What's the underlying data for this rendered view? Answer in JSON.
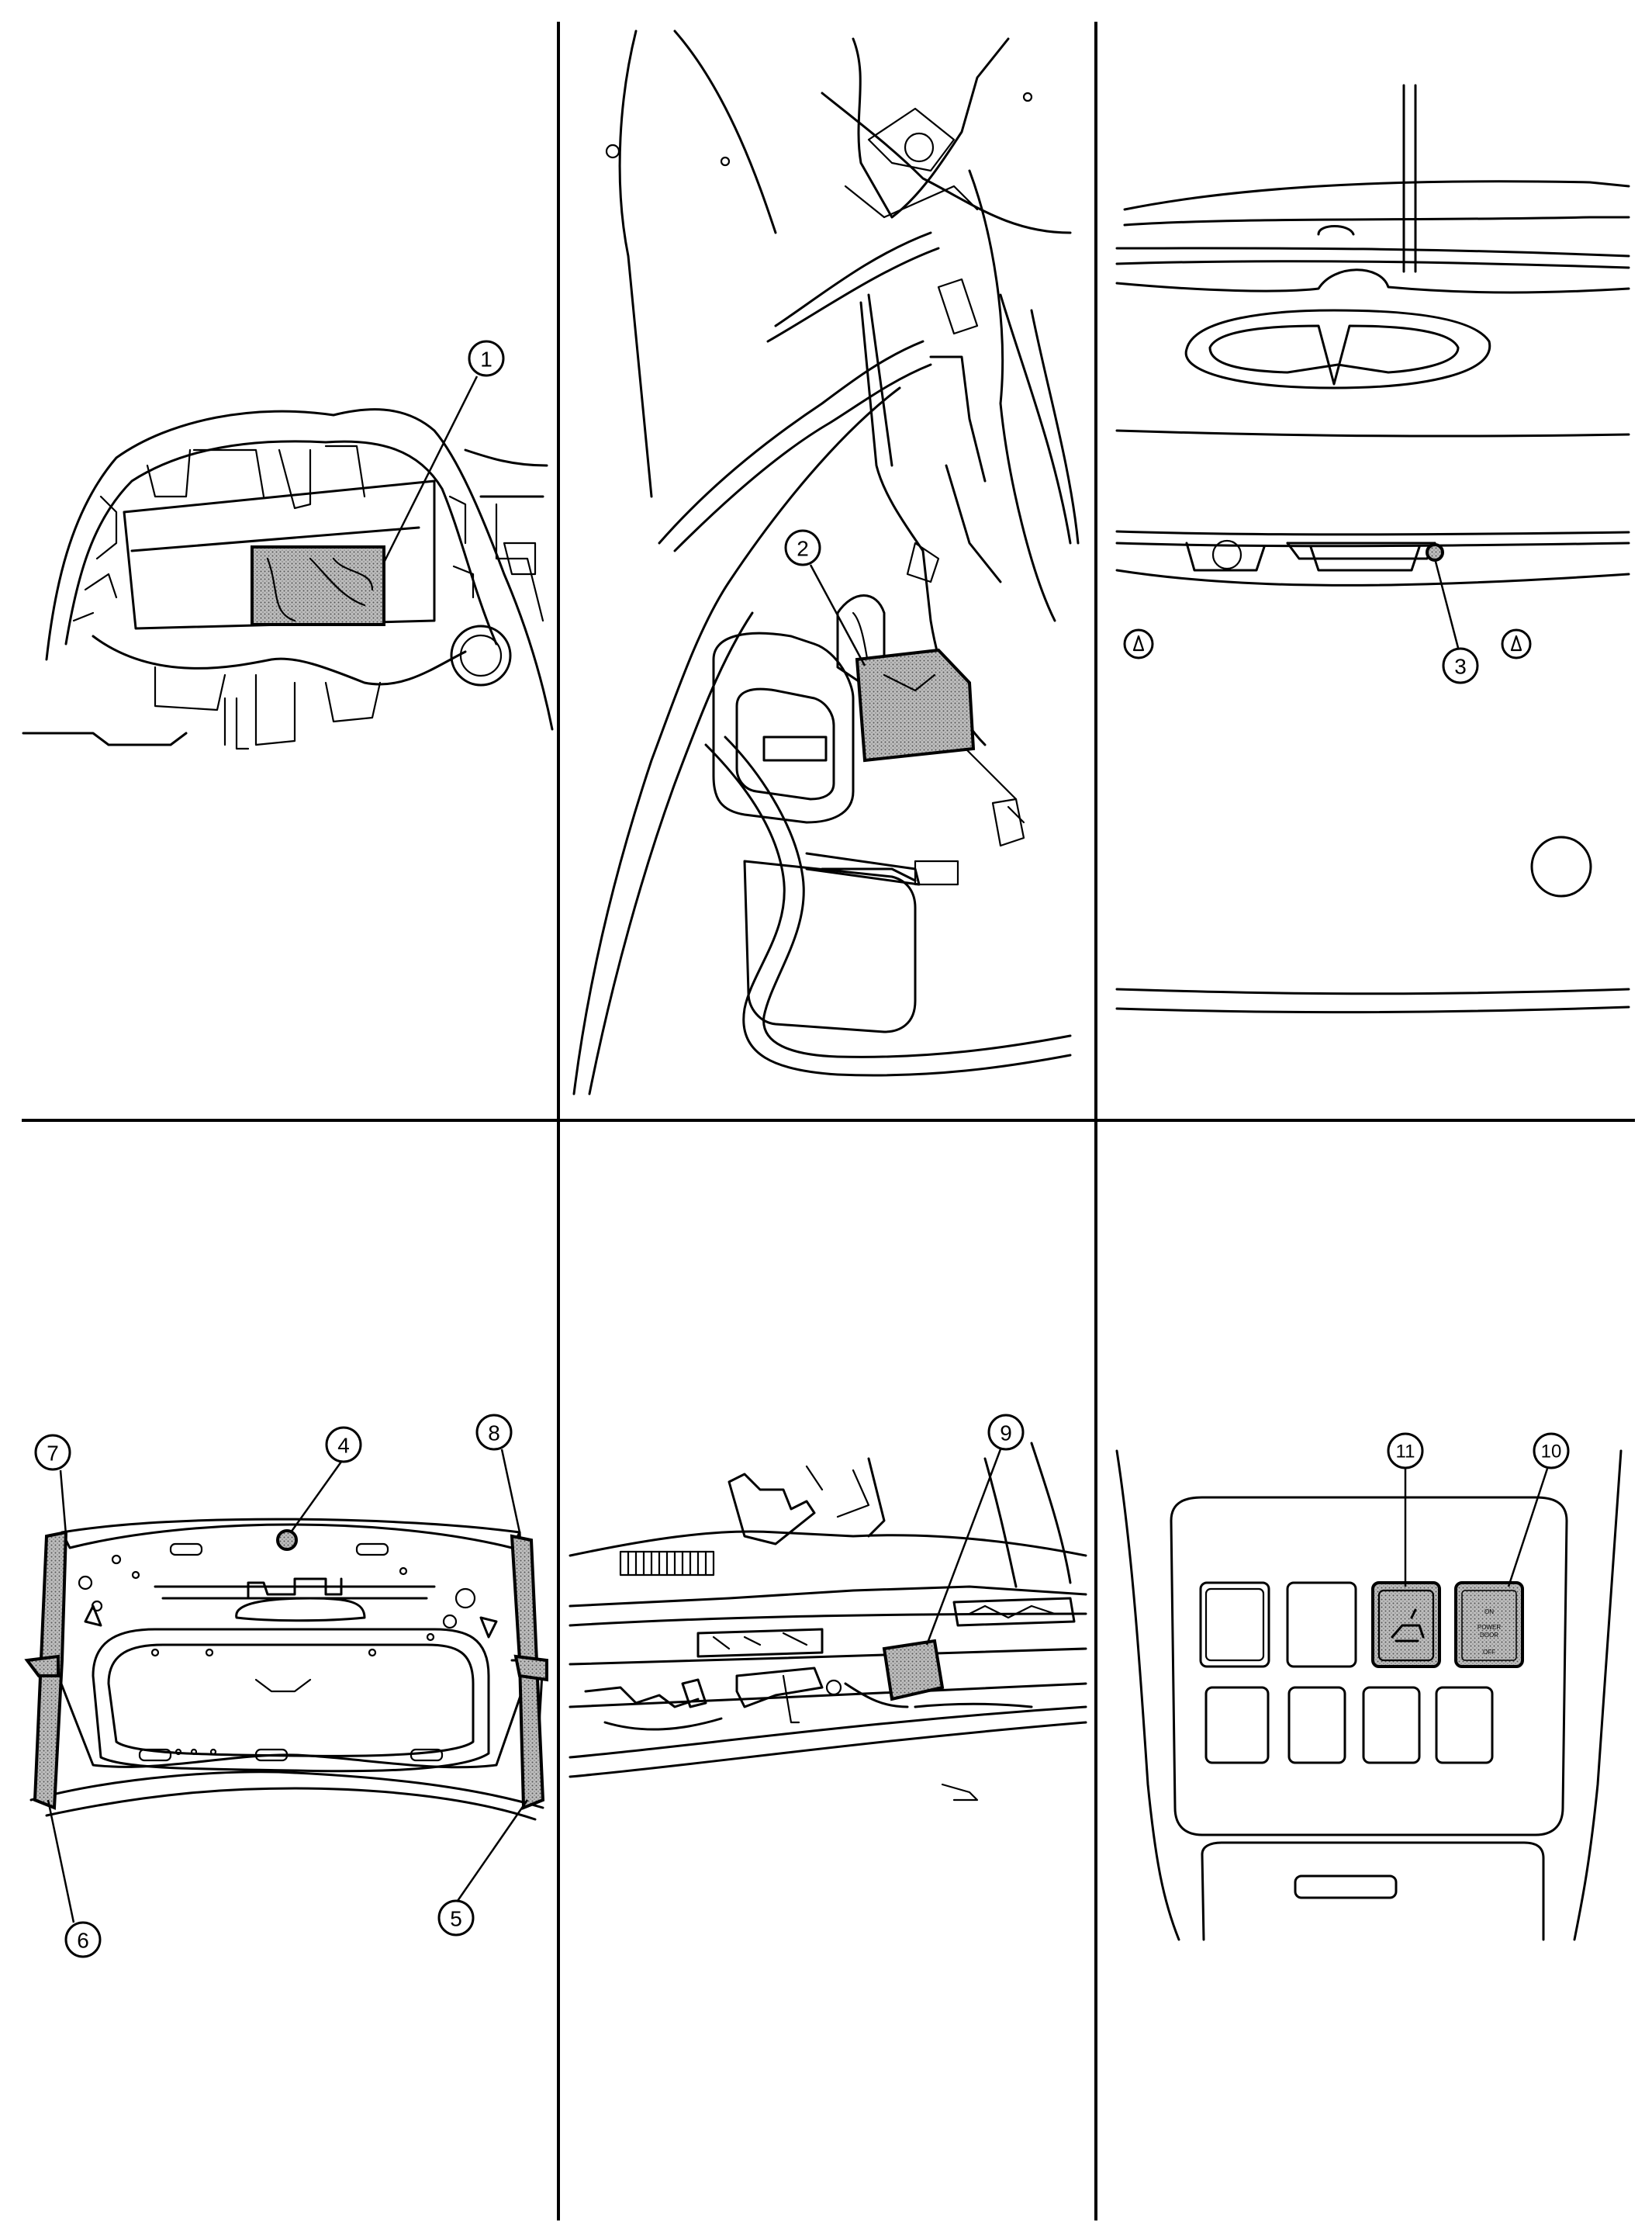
{
  "figure": {
    "callouts": [
      {
        "id": "1",
        "label": "1"
      },
      {
        "id": "2",
        "label": "2"
      },
      {
        "id": "3",
        "label": "3"
      },
      {
        "id": "4",
        "label": "4"
      },
      {
        "id": "5",
        "label": "5"
      },
      {
        "id": "6",
        "label": "6"
      },
      {
        "id": "7",
        "label": "7"
      },
      {
        "id": "8",
        "label": "8"
      },
      {
        "id": "9",
        "label": "9"
      },
      {
        "id": "10",
        "label": "10"
      },
      {
        "id": "11",
        "label": "11"
      }
    ],
    "switch_panel": {
      "on_label": "ON",
      "power_label": "POWER",
      "door_label": "DOOR",
      "off_label": "OFF"
    },
    "colors": {
      "line": "#000000",
      "background": "#ffffff",
      "highlight_pattern": "dotted-gray"
    }
  }
}
